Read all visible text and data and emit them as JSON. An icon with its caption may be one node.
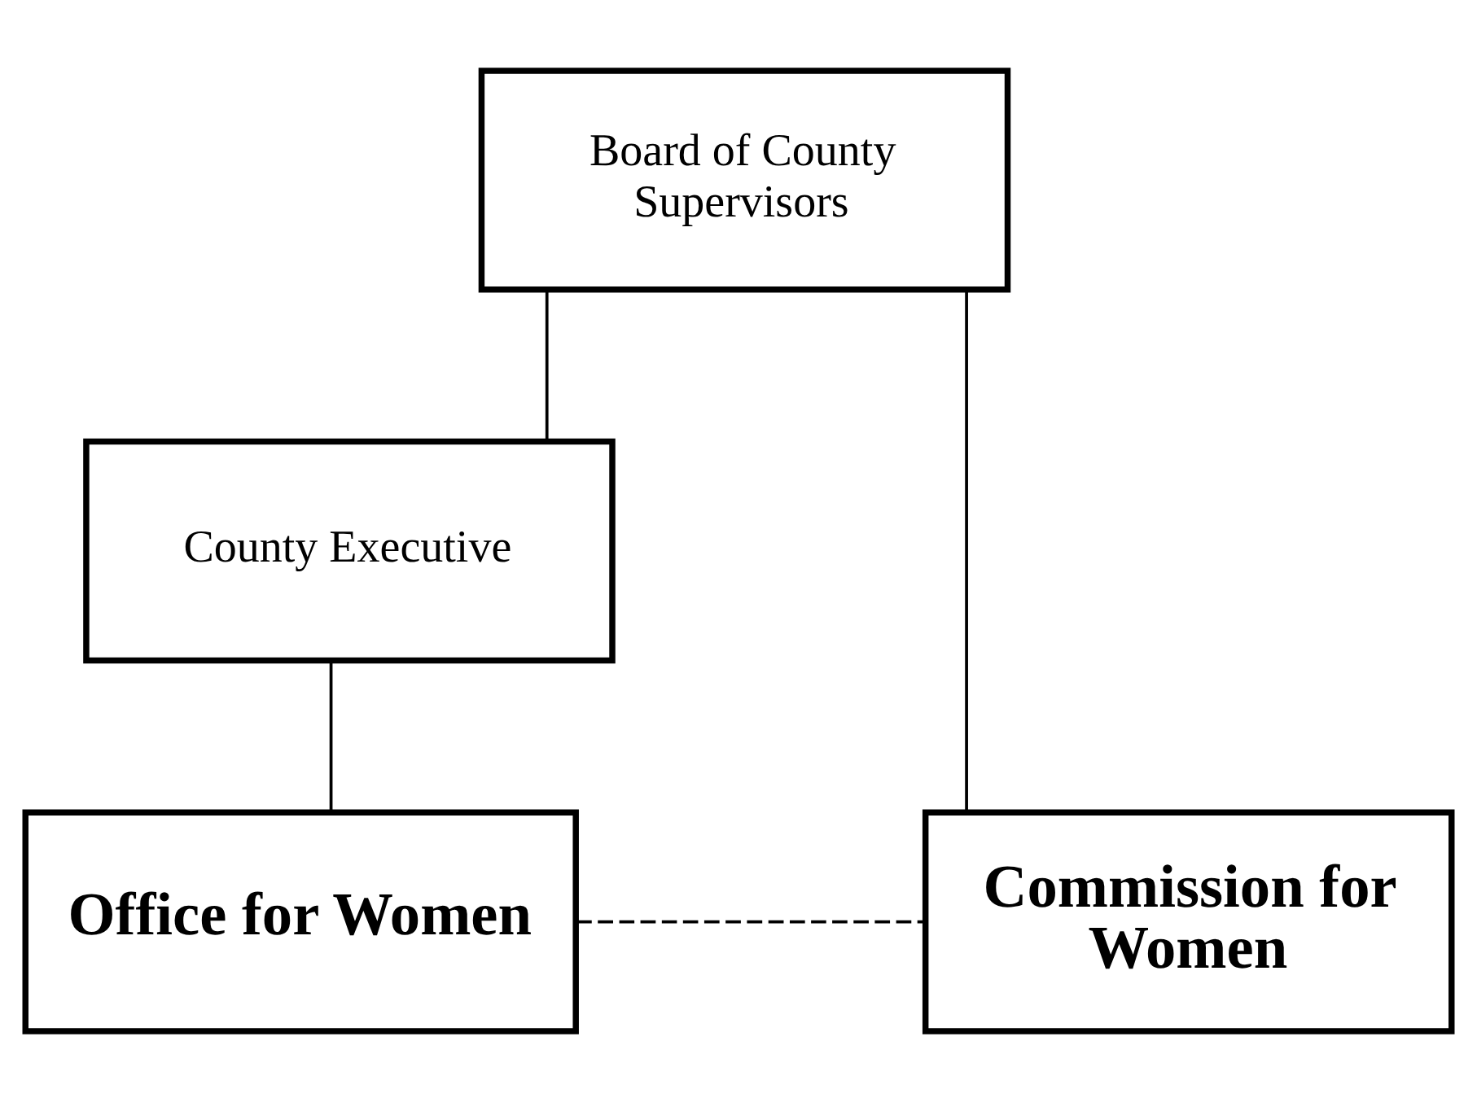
{
  "diagram": {
    "nodes": [
      {
        "text": [
          "Board of County Supervisors"
        ]
      },
      {
        "text": [
          "County Executive"
        ]
      },
      {
        "text": [
          "Office for Women"
        ]
      },
      {
        "text": [
          "Commission for Women"
        ]
      }
    ],
    "edges": [
      {
        "from": 0,
        "to": 1,
        "arrow": "none"
      },
      {
        "from": 1,
        "to": 2,
        "arrow": "none"
      },
      {
        "from": 0,
        "to": 3,
        "arrow": "none"
      },
      {
        "from": 2,
        "to": 3,
        "arrow": "none",
        "style": "dashed"
      }
    ]
  }
}
